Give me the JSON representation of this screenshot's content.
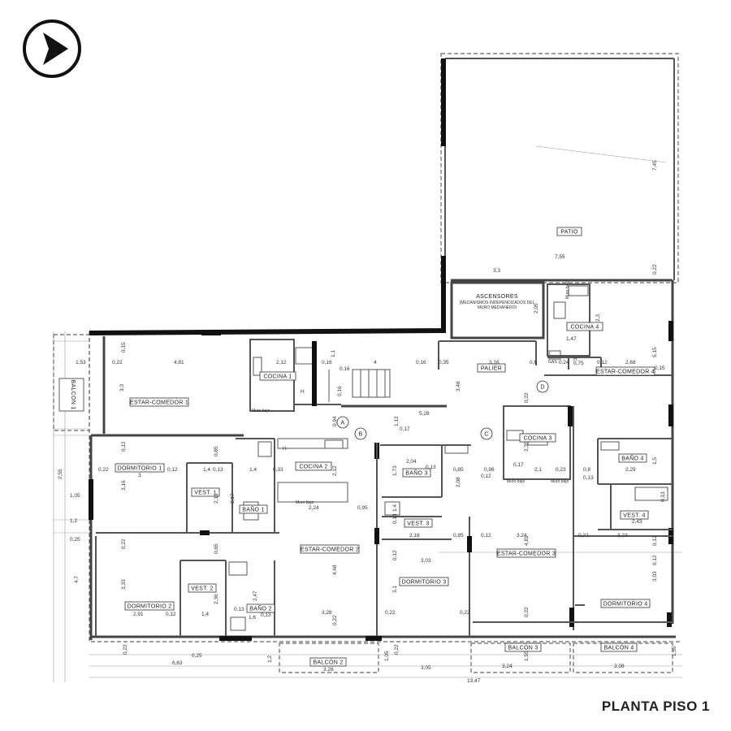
{
  "title": "PLANTA PISO 1",
  "rooms": {
    "patio": "PATIO",
    "ascensores": "ASCENSORES",
    "ascensores_note_1": "(MECANISMOS INDEPENDIZADOS DEL",
    "ascensores_note_2": "MURO MEDIANERO)",
    "palier": "PALIER",
    "cocina_1": "COCINA 1",
    "cocina_2": "COCINA 2",
    "cocina_3": "COCINA 3",
    "cocina_4": "COCINA 4",
    "estar_comedor_1": "ESTAR-COMEDOR 1",
    "estar_comedor_2": "ESTAR-COMEDOR 2",
    "estar_comedor_3": "ESTAR-COMEDOR 3",
    "estar_comedor_4": "ESTAR-COMEDOR 4",
    "dormitorio_1": "DORMITORIO 1",
    "dormitorio_2": "DORMITORIO 2",
    "dormitorio_3": "DORMITORIO 3",
    "dormitorio_4": "DORMITORIO 4",
    "vest_1": "VEST. 1",
    "vest_2": "VEST. 2",
    "vest_3": "VEST. 3",
    "vest_4": "VEST. 4",
    "bano_1": "BAÑO 1",
    "bano_2": "BAÑO 2",
    "bano_3": "BAÑO 3",
    "bano_4": "BAÑO 4",
    "balcon_1": "BALCÓN 1",
    "balcon_2": "BALCÓN 2",
    "balcon_3": "BALCÓN 3",
    "balcon_4": "BALCÓN 4"
  },
  "markers": {
    "a": "A",
    "b": "B",
    "c": "C",
    "d": "D"
  },
  "notes": {
    "h": "H",
    "gas": "GAS",
    "muro_bajo": "Muro bajo"
  },
  "dimensions": {
    "patio_height": "7,45",
    "patio_width": "7,55",
    "patio_left": "3,3",
    "patio_right": "0,22",
    "asc_side": "2,05",
    "c4_height": "2,3",
    "c4_width": "1,47",
    "c4_gas": "0,24",
    "c4_h": "0,75",
    "e4_left": "0,12",
    "e4_width": "2,68",
    "e4_height": "5,15",
    "e4_right": "0,15",
    "top_wall": "0,15",
    "e1_left": "0,22",
    "e1_width": "4,81",
    "c1_width": "2,12",
    "c1_h": "1,1",
    "stair_left": "0,16",
    "stair_width": "4",
    "stair_right": "0,16",
    "pal_left": "0,35",
    "pal_width": "3,16",
    "pal_right": "0,6",
    "pal_height": "3,48",
    "bal1_width": "1,53",
    "e1_height": "3,3",
    "stair_side": "0,16",
    "stair_bottom": "5,28",
    "a_top": "0,94",
    "b_top": "1,12",
    "b_gap": "0,17",
    "d_gap": "0,22",
    "d1_top": "0,12",
    "d1_left": "0,22",
    "d1_width": "3",
    "d1_right": "0,12",
    "d1_height": "3,16",
    "d1_vert": "0,85",
    "vest1_a": "1,4",
    "vest1_b": "0,13",
    "vest1_h": "2,19",
    "b1_w": "1,4",
    "b1_h": "2,17",
    "c2_w": "0,33",
    "c2_h": "2,12",
    "c2_bottom": "2,24",
    "e2_w": "0,95",
    "b3_w": "2,04",
    "b3_h": "1,73",
    "b3_a": "0,13",
    "b3_b": "0,85",
    "b3_c": "2,08",
    "c_a": "0,96",
    "c_b": "0,12",
    "c3_h": "2,35",
    "c3_a": "0,17",
    "c3_w": "2,1",
    "c3_b": "0,23",
    "b4_a": "0,8",
    "b4_b": "0,13",
    "b4_w": "2,29",
    "b4_h": "1,5",
    "b4_c": "0,13",
    "vest4_w": "2,43",
    "vest3_a": "1,4",
    "vest3_b": "0,13",
    "vest3_w": "2,18",
    "vest3_c": "0,85",
    "e3_a": "0,12",
    "e3_w": "3,24",
    "e3_h": "4,81",
    "e4_b": "0,22",
    "e4_w2": "3,23",
    "e4_c": "0,12",
    "left_255": "2,55",
    "left_105": "1,05",
    "left_12": "1,2",
    "left_025": "0,25",
    "left_47": "4,7",
    "d2_top": "0,22",
    "d2_h": "3,33",
    "d2_w": "2,91",
    "d2_r": "0,12",
    "vest2_top": "0,65",
    "vest2_h": "2,36",
    "vest2_w": "1,4",
    "b2_a": "2,47",
    "b2_b": "0,13",
    "b2_w": "1,6",
    "b2_c": "0,13",
    "e2_h": "4,48",
    "e2_bw": "3,28",
    "e2_b": "0,22",
    "d3_a": "0,12",
    "d3_w": "3,03",
    "d3_h": "3,1",
    "d3_b": "0,22",
    "d3_c": "0,22",
    "d4_a": "0,12",
    "d4_h": "3,03",
    "e3_b": "0,22",
    "bottom_022a": "0,22",
    "bottom_025": "0,25",
    "bottom_663": "6,63",
    "bottom_12": "1,2",
    "bal2_w": "3,28",
    "bottom_105": "1,05",
    "bottom_022b": "0,22",
    "bottom_305": "3,05",
    "bal3_w": "3,24",
    "bal3_h": "1,55",
    "bal4_w": "3,08",
    "bal4_h": "1,55",
    "total": "13,47"
  }
}
